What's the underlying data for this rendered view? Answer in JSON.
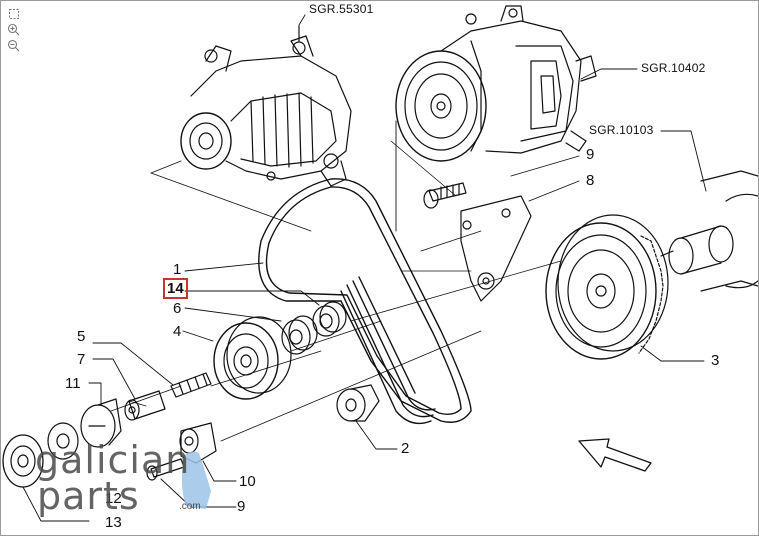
{
  "toolbar": {
    "tools": [
      {
        "name": "reset-view-icon"
      },
      {
        "name": "zoom-in-icon"
      },
      {
        "name": "zoom-out-icon"
      }
    ]
  },
  "references": {
    "alternator": "SGR.55301",
    "pump": "SGR.10402",
    "crankshaft": "SGR.10103"
  },
  "callouts": {
    "c1": "1",
    "c2": "2",
    "c3": "3",
    "c4": "4",
    "c5": "5",
    "c6": "6",
    "c7": "7",
    "c8": "8",
    "c9a": "9",
    "c9b": "9",
    "c10": "10",
    "c11": "11",
    "c12": "12",
    "c13": "13",
    "c14": "14"
  },
  "highlighted": "14",
  "watermark": {
    "line1": "galician",
    "line2": "parts",
    "suffix": ".com"
  },
  "colors": {
    "ink": "#111111",
    "highlight": "#c0392b",
    "watermark_blue": "#9cc3e8"
  }
}
